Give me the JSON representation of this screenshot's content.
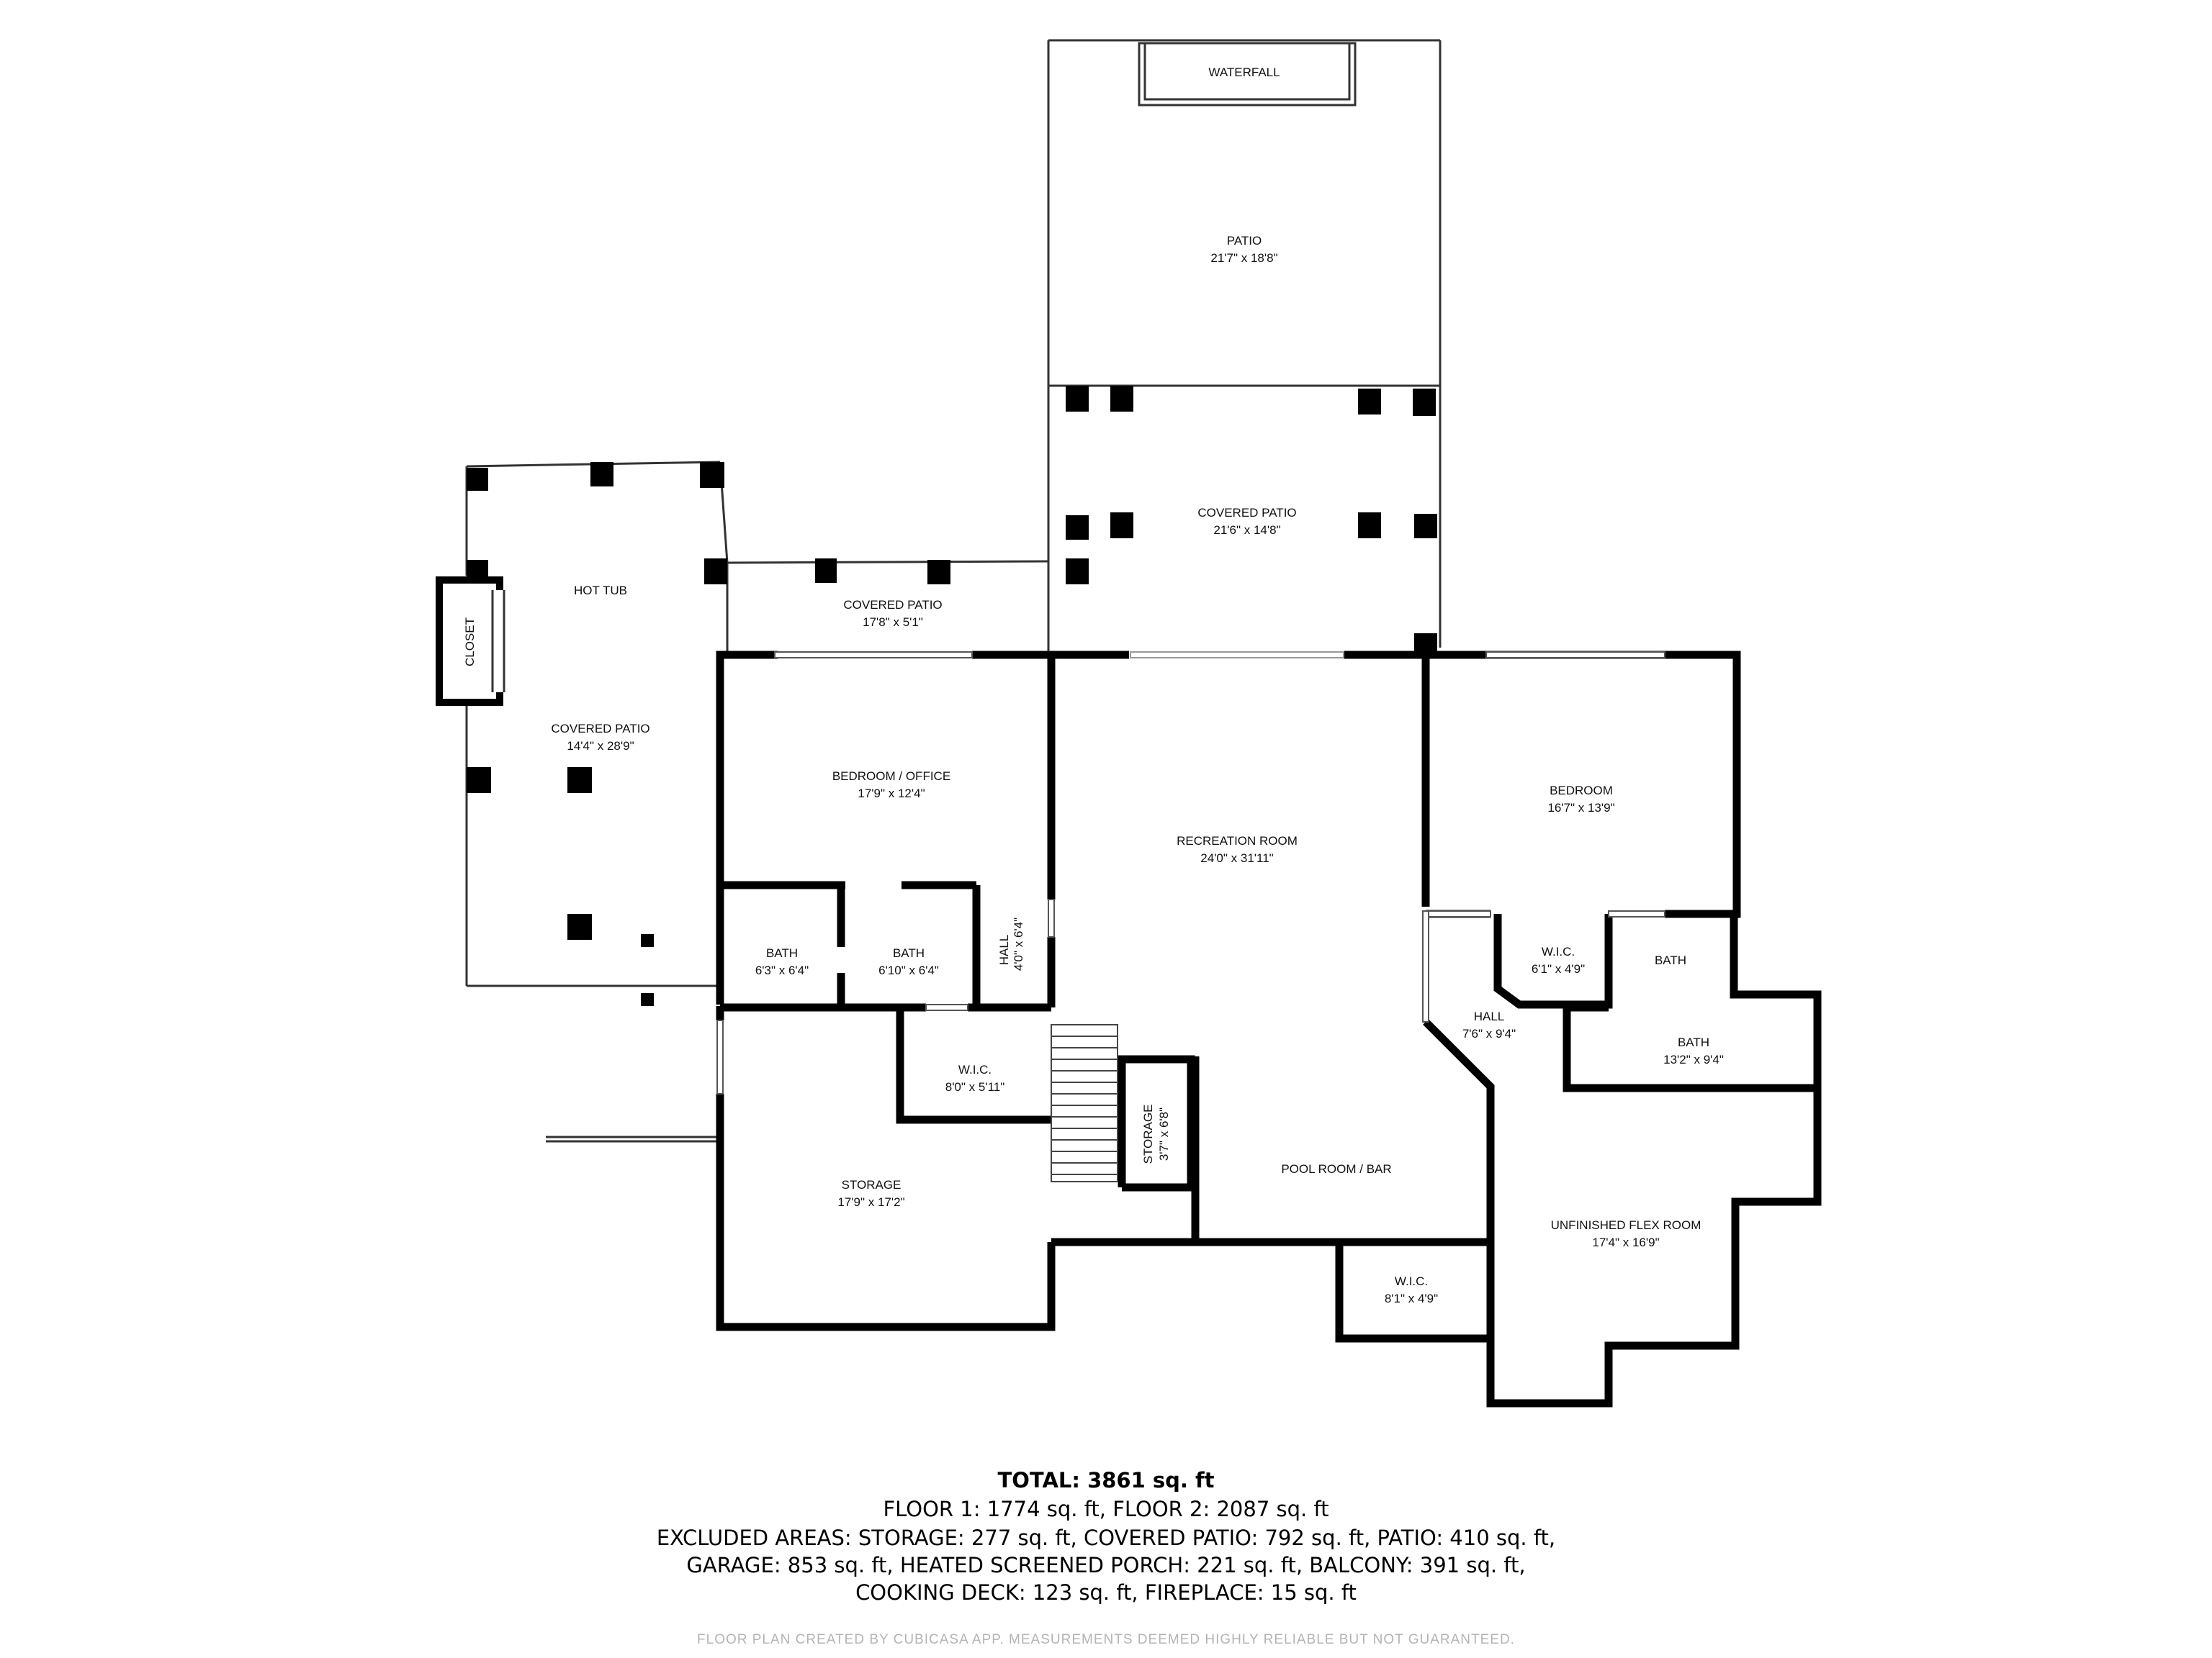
{
  "rooms": {
    "waterfall": {
      "name": "WATERFALL"
    },
    "patio": {
      "name": "PATIO",
      "dims": "21'7\" x 18'8\""
    },
    "covered_patio_top": {
      "name": "COVERED PATIO",
      "dims": "21'6\" x 14'8\""
    },
    "covered_patio_mid": {
      "name": "COVERED PATIO",
      "dims": "17'8\" x 5'1\""
    },
    "hot_tub": {
      "name": "HOT TUB"
    },
    "closet": {
      "name": "CLOSET"
    },
    "covered_patio_left": {
      "name": "COVERED PATIO",
      "dims": "14'4\" x 28'9\""
    },
    "bedroom_office": {
      "name": "BEDROOM / OFFICE",
      "dims": "17'9\" x 12'4\""
    },
    "recreation_room": {
      "name": "RECREATION ROOM",
      "dims": "24'0\" x 31'11\""
    },
    "bedroom": {
      "name": "BEDROOM",
      "dims": "16'7\" x 13'9\""
    },
    "bath_1": {
      "name": "BATH",
      "dims": "6'3\" x 6'4\""
    },
    "bath_2": {
      "name": "BATH",
      "dims": "6'10\" x 6'4\""
    },
    "hall_small": {
      "name": "HALL",
      "dims": "4'0\" x 6'4\""
    },
    "wic_right": {
      "name": "W.I.C.",
      "dims": "6'1\" x 4'9\""
    },
    "bath_3": {
      "name": "BATH"
    },
    "hall_right": {
      "name": "HALL",
      "dims": "7'6\" x 9'4\""
    },
    "bath_4": {
      "name": "BATH",
      "dims": "13'2\" x 9'4\""
    },
    "wic_mid": {
      "name": "W.I.C.",
      "dims": "8'0\" x 5'11\""
    },
    "storage_small": {
      "name": "STORAGE",
      "dims": "3'7\" x 6'8\""
    },
    "storage_large": {
      "name": "STORAGE",
      "dims": "17'9\" x 17'2\""
    },
    "pool_room": {
      "name": "POOL ROOM / BAR"
    },
    "flex_room": {
      "name": "UNFINISHED FLEX ROOM",
      "dims": "17'4\" x 16'9\""
    },
    "wic_bottom": {
      "name": "W.I.C.",
      "dims": "8'1\" x 4'9\""
    }
  },
  "summary": {
    "total": "TOTAL: 3861 sq. ft",
    "line1": "FLOOR 1: 1774 sq. ft, FLOOR 2: 2087 sq. ft",
    "line2": "EXCLUDED AREAS: STORAGE: 277 sq. ft, COVERED PATIO: 792 sq. ft, PATIO: 410 sq. ft,",
    "line3": "GARAGE: 853 sq. ft, HEATED SCREENED PORCH: 221 sq. ft, BALCONY: 391 sq. ft,",
    "line4": "COOKING DECK: 123 sq. ft, FIREPLACE: 15 sq. ft",
    "credit": "FLOOR PLAN CREATED BY CUBICASA APP. MEASUREMENTS DEEMED HIGHLY RELIABLE BUT NOT GUARANTEED."
  },
  "colors": {
    "wall": "#000000",
    "thin_line": "#333333",
    "background": "#ffffff"
  }
}
